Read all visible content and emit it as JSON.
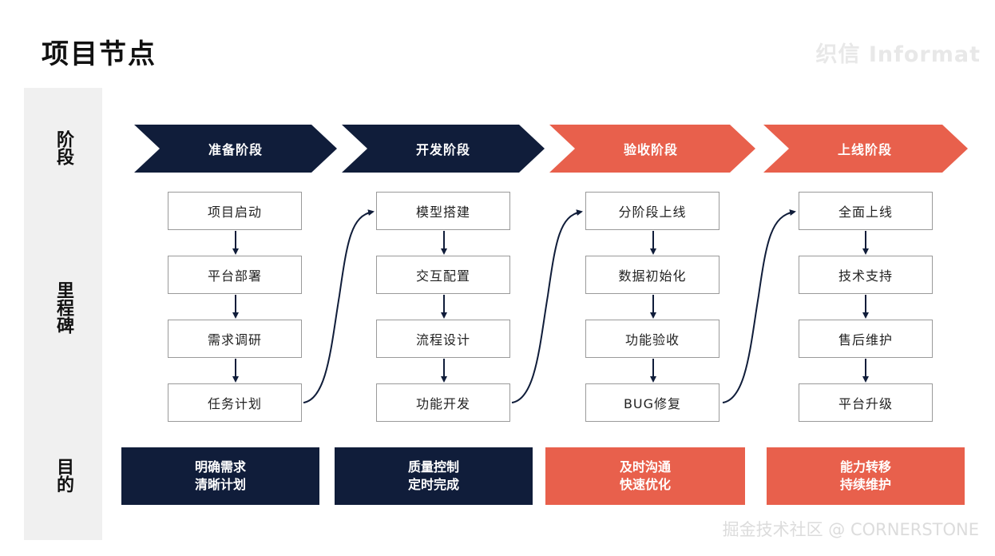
{
  "page_title": "项目节点",
  "logo_text": "织信 Informat",
  "watermark": "掘金技术社区 @ CORNERSTONE",
  "row_labels": {
    "stage": "阶段",
    "milestone": "里程碑",
    "purpose": "目的"
  },
  "colors": {
    "navy": "#101d3a",
    "coral": "#e8604c",
    "row_band": "#f0f0f0",
    "box_border": "#9a9a9a"
  },
  "stages": [
    {
      "name": "准备阶段",
      "color": "#101d3a",
      "milestones": [
        "项目启动",
        "平台部署",
        "需求调研",
        "任务计划"
      ],
      "purpose": [
        "明确需求",
        "清晰计划"
      ]
    },
    {
      "name": "开发阶段",
      "color": "#101d3a",
      "milestones": [
        "模型搭建",
        "交互配置",
        "流程设计",
        "功能开发"
      ],
      "purpose": [
        "质量控制",
        "定时完成"
      ]
    },
    {
      "name": "验收阶段",
      "color": "#e8604c",
      "milestones": [
        "分阶段上线",
        "数据初始化",
        "功能验收",
        "BUG修复"
      ],
      "purpose": [
        "及时沟通",
        "快速优化"
      ]
    },
    {
      "name": "上线阶段",
      "color": "#e8604c",
      "milestones": [
        "全面上线",
        "技术支持",
        "售后维护",
        "平台升级"
      ],
      "purpose": [
        "能力转移",
        "持续维护"
      ]
    }
  ]
}
